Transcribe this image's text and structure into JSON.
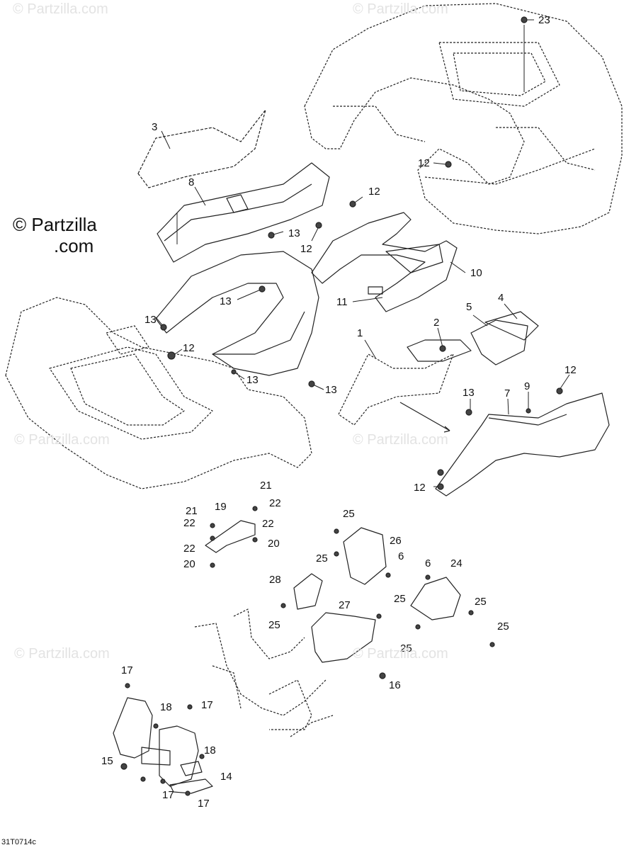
{
  "watermark": {
    "text": "© Partzilla.com",
    "brand_line1": "© Partzilla",
    "brand_line2": ".com"
  },
  "diagram_code": "31T0714c",
  "callouts": [
    {
      "id": "c23",
      "text": "23"
    },
    {
      "id": "c3",
      "text": "3"
    },
    {
      "id": "c8",
      "text": "8"
    },
    {
      "id": "c12a",
      "text": "12"
    },
    {
      "id": "c12b",
      "text": "12"
    },
    {
      "id": "c13a",
      "text": "13"
    },
    {
      "id": "c12c",
      "text": "12"
    },
    {
      "id": "c10",
      "text": "10"
    },
    {
      "id": "c11",
      "text": "11"
    },
    {
      "id": "c13b",
      "text": "13"
    },
    {
      "id": "c13c",
      "text": "13"
    },
    {
      "id": "c12d",
      "text": "12"
    },
    {
      "id": "c13d",
      "text": "13"
    },
    {
      "id": "c13e",
      "text": "13"
    },
    {
      "id": "c1",
      "text": "1"
    },
    {
      "id": "c2",
      "text": "2"
    },
    {
      "id": "c4",
      "text": "4"
    },
    {
      "id": "c5",
      "text": "5"
    },
    {
      "id": "c12e",
      "text": "12"
    },
    {
      "id": "c13f",
      "text": "13"
    },
    {
      "id": "c9",
      "text": "9"
    },
    {
      "id": "c7",
      "text": "7"
    },
    {
      "id": "c12f",
      "text": "12"
    },
    {
      "id": "c21a",
      "text": "21"
    },
    {
      "id": "c21b",
      "text": "21"
    },
    {
      "id": "c19",
      "text": "19"
    },
    {
      "id": "c22a",
      "text": "22"
    },
    {
      "id": "c22b",
      "text": "22"
    },
    {
      "id": "c22c",
      "text": "22"
    },
    {
      "id": "c22d",
      "text": "22"
    },
    {
      "id": "c20a",
      "text": "20"
    },
    {
      "id": "c20b",
      "text": "20"
    },
    {
      "id": "c25a",
      "text": "25"
    },
    {
      "id": "c26",
      "text": "26"
    },
    {
      "id": "c25b",
      "text": "25"
    },
    {
      "id": "c6a",
      "text": "6"
    },
    {
      "id": "c6b",
      "text": "6"
    },
    {
      "id": "c24",
      "text": "24"
    },
    {
      "id": "c28",
      "text": "28"
    },
    {
      "id": "c25c",
      "text": "25"
    },
    {
      "id": "c27",
      "text": "27"
    },
    {
      "id": "c25d",
      "text": "25"
    },
    {
      "id": "c25e",
      "text": "25"
    },
    {
      "id": "c25f",
      "text": "25"
    },
    {
      "id": "c25g",
      "text": "25"
    },
    {
      "id": "c16",
      "text": "16"
    },
    {
      "id": "c17a",
      "text": "17"
    },
    {
      "id": "c18a",
      "text": "18"
    },
    {
      "id": "c17b",
      "text": "17"
    },
    {
      "id": "c18b",
      "text": "18"
    },
    {
      "id": "c15",
      "text": "15"
    },
    {
      "id": "c14",
      "text": "14"
    },
    {
      "id": "c17c",
      "text": "17"
    },
    {
      "id": "c17d",
      "text": "17"
    }
  ]
}
